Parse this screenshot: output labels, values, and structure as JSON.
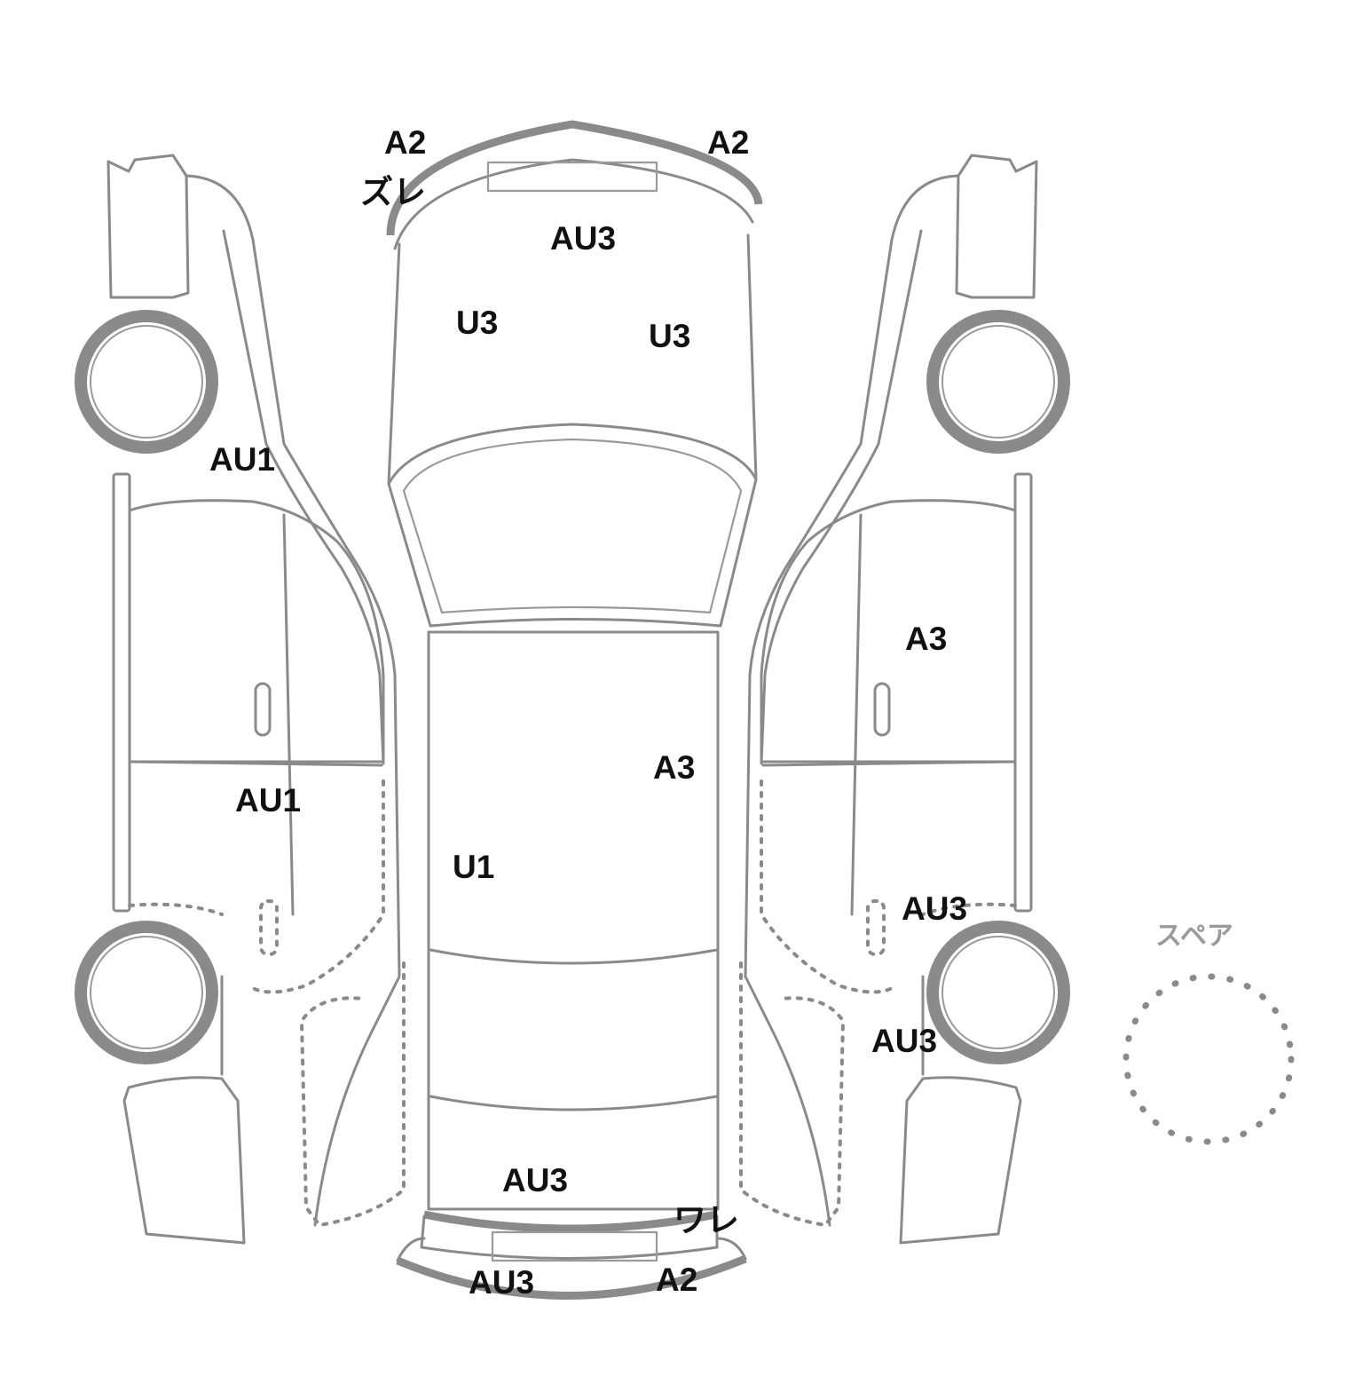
{
  "diagram": {
    "outline_color": "#8a8a8a",
    "mark_color": "#111111",
    "spare_label": "スペア",
    "marks": {
      "front_bumper_left": "A2",
      "front_bumper_left_note": "ズレ",
      "front_bumper_right": "A2",
      "hood_front": "AU3",
      "hood_left": "U3",
      "hood_right": "U3",
      "left_front_fender": "AU1",
      "left_front_door": "AU1",
      "roof_center": "U1",
      "roof_right": "A3",
      "right_front_door": "A3",
      "right_rear_quarter_upper": "AU3",
      "right_rear_quarter_lower": "AU3",
      "trunk": "AU3",
      "rear_bumper_note": "ワレ",
      "rear_bumper_left": "AU3",
      "rear_bumper_right": "A2"
    }
  }
}
